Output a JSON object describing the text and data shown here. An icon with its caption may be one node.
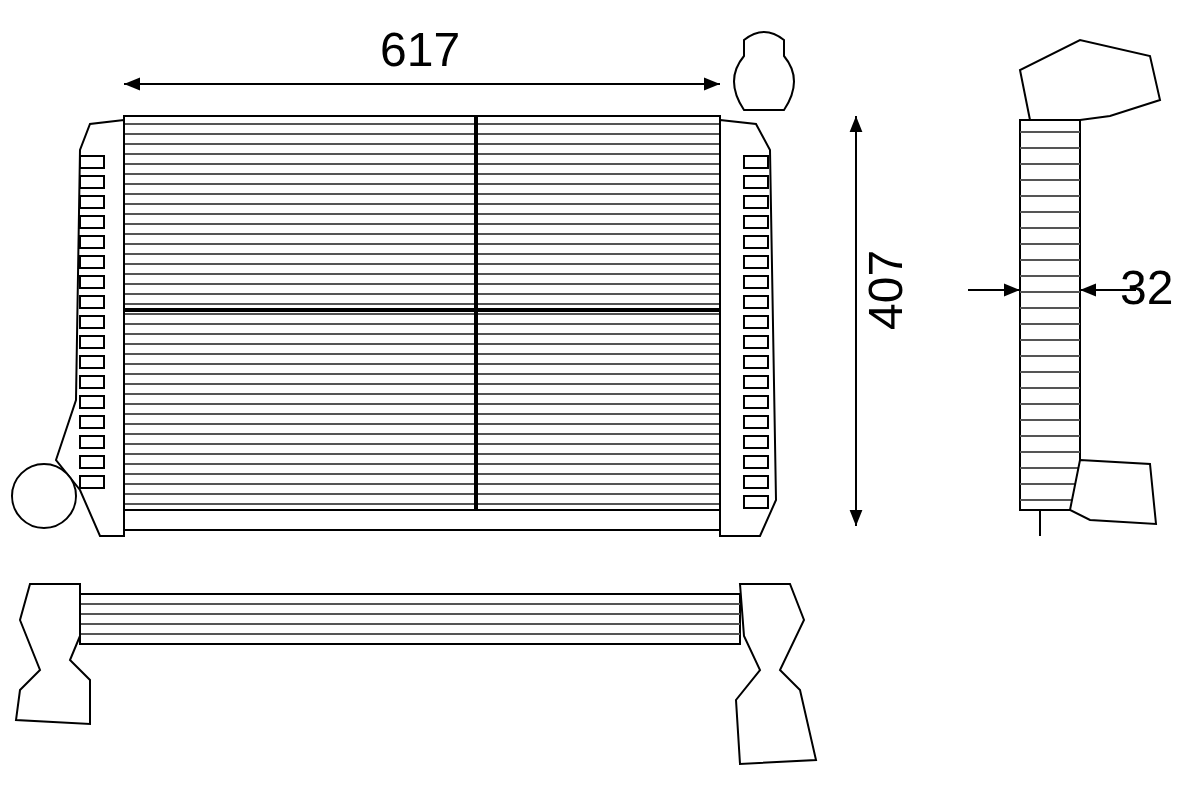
{
  "diagram": {
    "labels": [
      "617",
      "407",
      "32"
    ]
  }
}
